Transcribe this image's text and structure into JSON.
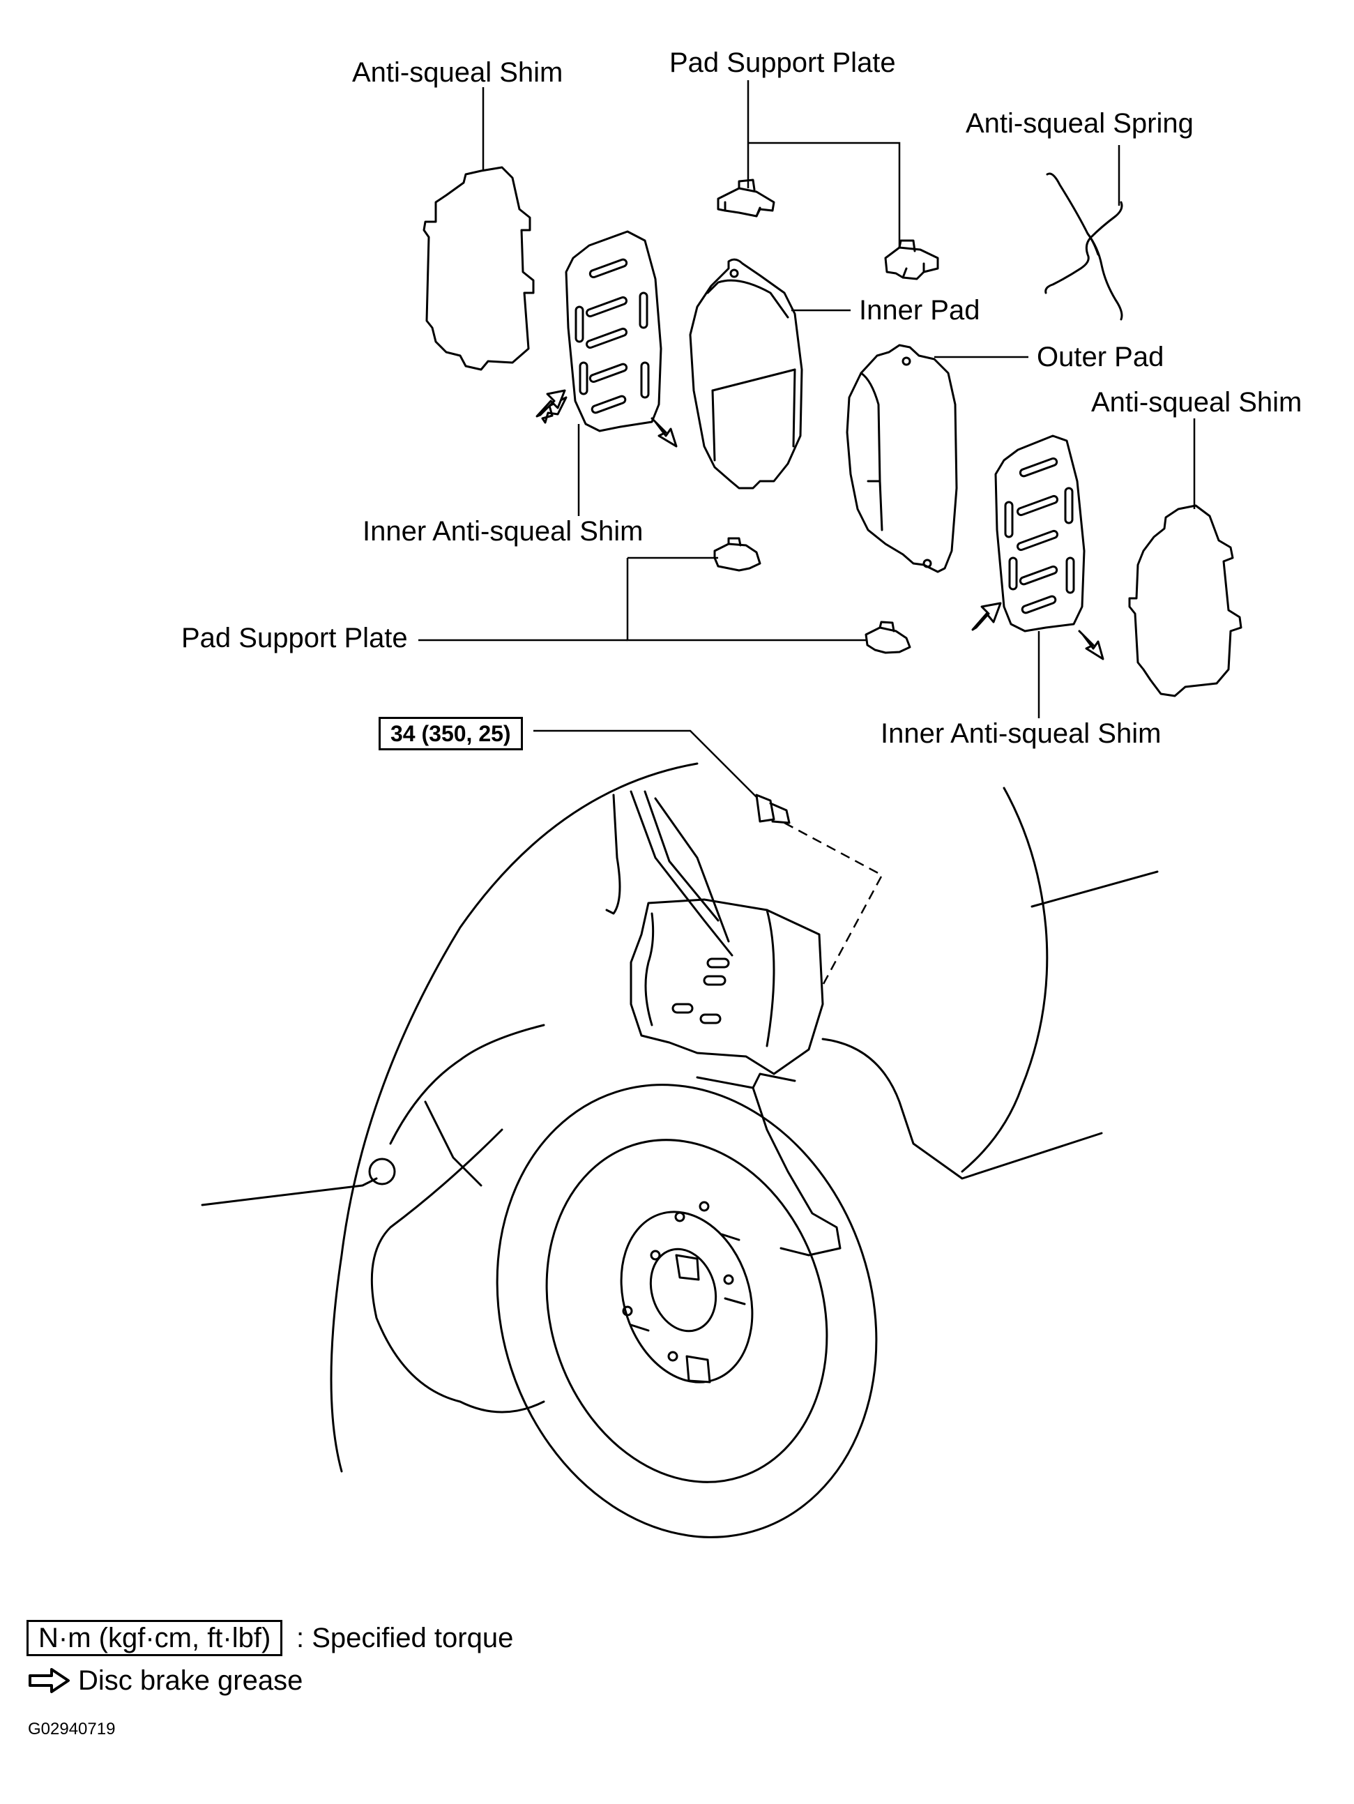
{
  "labels": {
    "anti_squeal_shim_inner_side": "Anti-squeal  Shim",
    "pad_support_plate_top": "Pad Support Plate",
    "anti_squeal_spring": "Anti-squeal  Spring",
    "inner_pad": "Inner Pad",
    "outer_pad": "Outer Pad",
    "anti_squeal_shim_outer_side": "Anti-squeal  Shim",
    "inner_anti_squeal_shim_left": "Inner Anti-squeal Shim",
    "pad_support_plate_bottom": "Pad Support Plate",
    "inner_anti_squeal_shim_right": "Inner  Anti-squeal Shim"
  },
  "torque": {
    "value": "34 (350, 25)"
  },
  "legend": {
    "torque_units": "N·m (kgf·cm, ft·lbf)",
    "torque_desc": ": Specified torque",
    "grease_desc": "Disc brake grease"
  },
  "figure_code": "G02940719",
  "icons": [
    "grease-arrow-icon"
  ]
}
